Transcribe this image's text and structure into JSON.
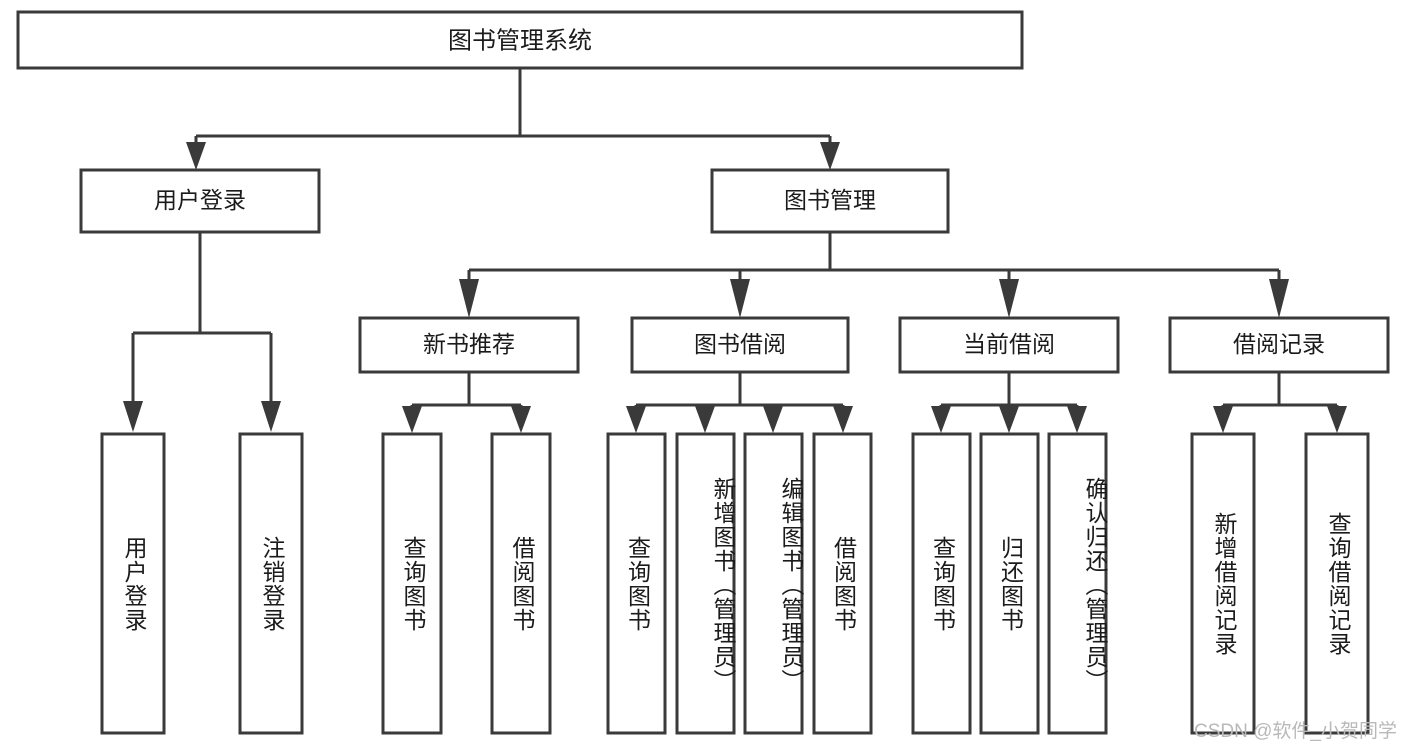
{
  "diagram": {
    "type": "tree",
    "title": "图书管理系统",
    "orientation": "top-down",
    "colors": {
      "stroke": "#3a3a3a",
      "fill": "#ffffff",
      "text": "#1b1b1b",
      "background": "#ffffff",
      "watermark": "#b9b9b9"
    },
    "root": {
      "label": "图书管理系统",
      "level": 1
    },
    "level2": [
      {
        "label": "用户登录"
      },
      {
        "label": "图书管理"
      }
    ],
    "level3": [
      {
        "label": "新书推荐"
      },
      {
        "label": "图书借阅"
      },
      {
        "label": "当前借阅"
      },
      {
        "label": "借阅记录"
      }
    ],
    "leaves": {
      "user_login": [
        {
          "label": "用户登录"
        },
        {
          "label": "注销登录"
        }
      ],
      "new_book_recommend": [
        {
          "label": "查询图书"
        },
        {
          "label": "借阅图书"
        }
      ],
      "book_borrow": [
        {
          "label": "查询图书"
        },
        {
          "label": "新增图书（管理员）"
        },
        {
          "label": "编辑图书（管理员）"
        },
        {
          "label": "借阅图书"
        }
      ],
      "current_borrow": [
        {
          "label": "查询图书"
        },
        {
          "label": "归还图书"
        },
        {
          "label": "确认归还（管理员）"
        }
      ],
      "borrow_record": [
        {
          "label": "新增借阅记录"
        },
        {
          "label": "查询借阅记录"
        }
      ]
    }
  },
  "watermark": {
    "text": "CSDN @软件_小贺同学"
  }
}
